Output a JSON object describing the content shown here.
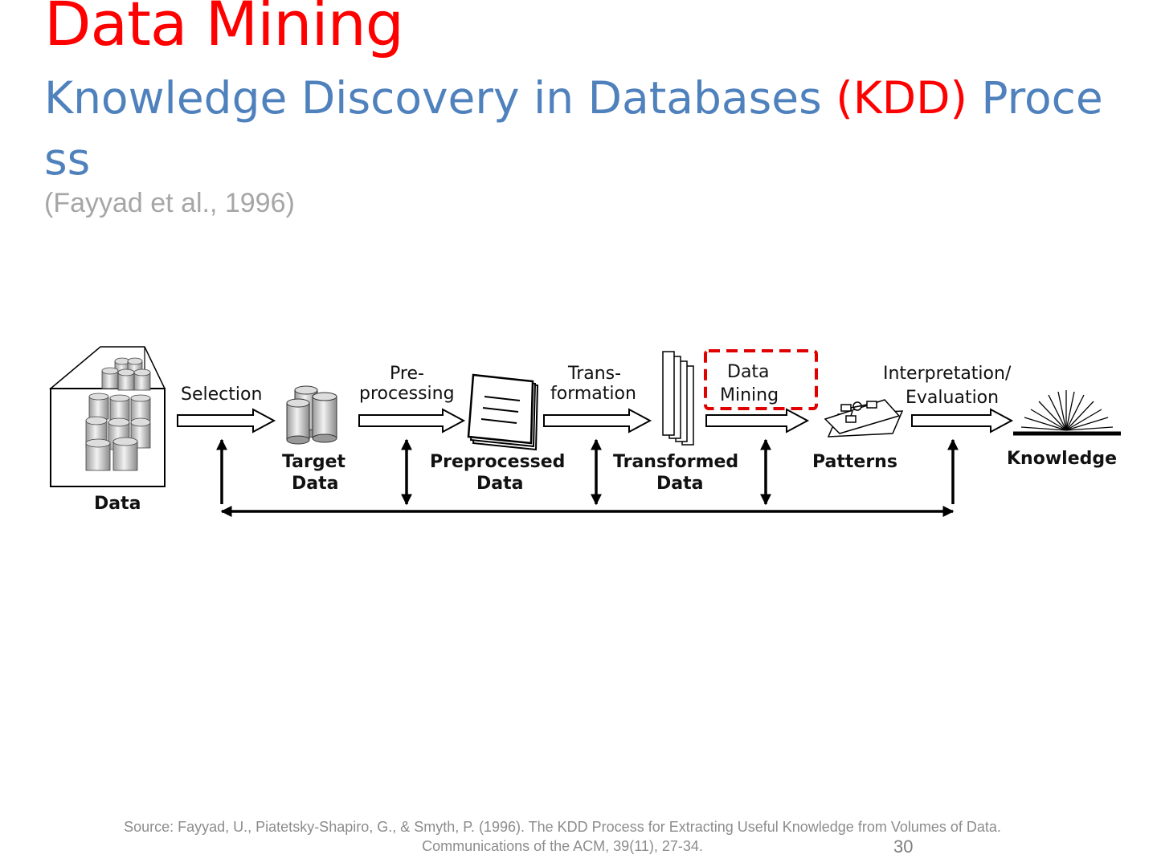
{
  "slide": {
    "title": "Data Mining",
    "subtitle_main": "Knowledge Discovery in Databases ",
    "subtitle_kdd": "(KDD)",
    "subtitle_end": " Process",
    "citation": "(Fayyad et al., 1996)",
    "source_line1": "Source: Fayyad, U., Piatetsky-Shapiro, G., & Smyth, P. (1996). The KDD Process for Extracting Useful Knowledge from Volumes of Data.",
    "source_line2": "Communications of the ACM, 39(11), 27-34.",
    "page_number": "30"
  },
  "diagram": {
    "steps": {
      "selection": "Selection",
      "preprocessing_1": "Pre-",
      "preprocessing_2": "processing",
      "transformation_1": "Trans-",
      "transformation_2": "formation",
      "data_mining_1": "Data",
      "data_mining_2": "Mining",
      "interpretation_1": "Interpretation/",
      "interpretation_2": "Evaluation"
    },
    "stages": {
      "data": "Data",
      "target_1": "Target",
      "target_2": "Data",
      "preprocessed_1": "Preprocessed",
      "preprocessed_2": "Data",
      "transformed_1": "Transformed",
      "transformed_2": "Data",
      "patterns": "Patterns",
      "knowledge": "Knowledge"
    },
    "highlight_color": "#e00000"
  }
}
